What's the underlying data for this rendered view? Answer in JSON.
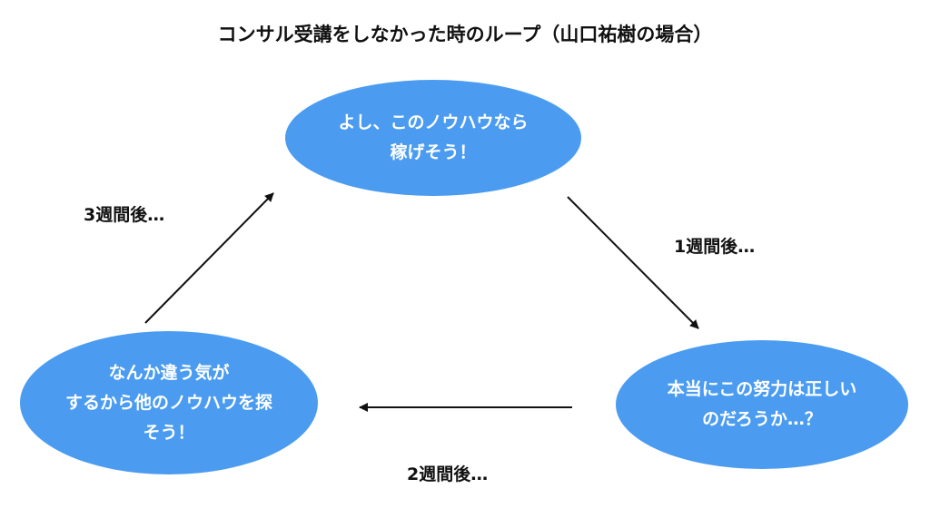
{
  "title": "コンサル受講をしなかった時のループ（山口祐樹の場合）",
  "nodes": {
    "top": "よし、このノウハウなら\n稼げそう！",
    "right": "本当にこの努力は正しい\nのだろうか…？",
    "left": "なんか違う気が\nするから他のノウハウを探\nそう！"
  },
  "edge_labels": {
    "left_to_top": "3週間後…",
    "top_to_right": "1週間後…",
    "right_to_left": "2週間後…"
  },
  "colors": {
    "node_fill": "#4b9cf0",
    "node_text": "#ffffff",
    "arrow": "#111111"
  }
}
